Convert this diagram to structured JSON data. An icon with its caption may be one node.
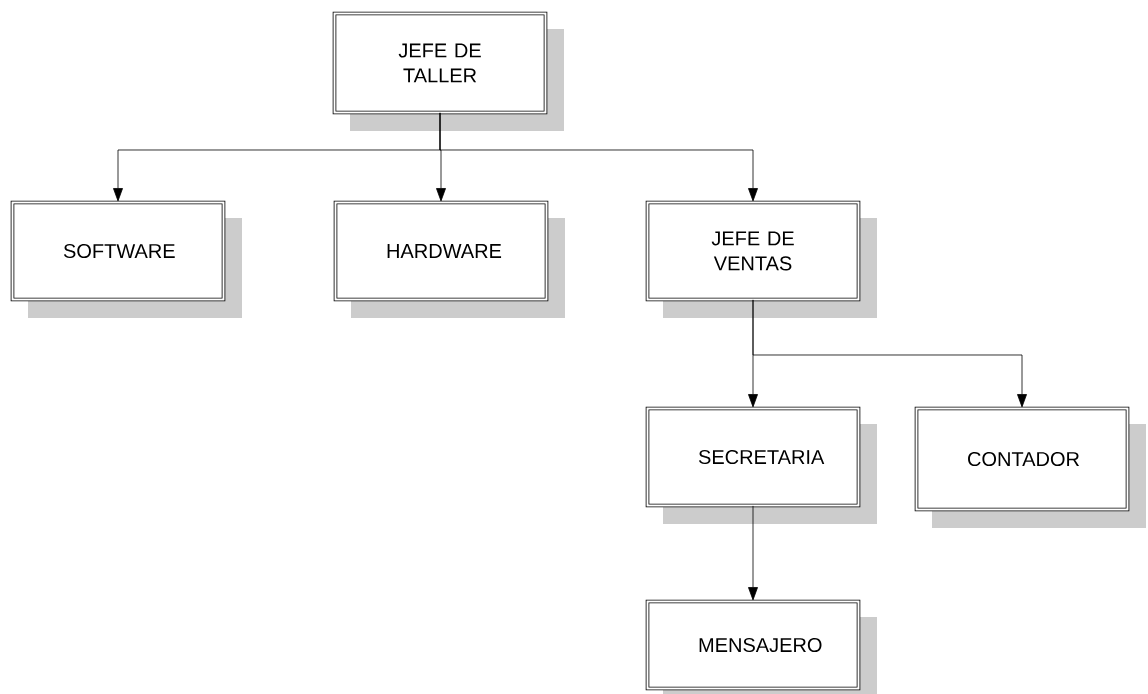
{
  "diagram": {
    "nodes": [
      {
        "text": [
          "JEFE DE TALLER"
        ]
      },
      {
        "text": [
          "SOFTWARE"
        ]
      },
      {
        "text": [
          "HARDWARE"
        ]
      },
      {
        "text": [
          "JEFE DE VENTAS"
        ]
      },
      {
        "text": [
          "SECRETARIA"
        ]
      },
      {
        "text": [
          "CONTADOR"
        ]
      },
      {
        "text": [
          "MENSAJERO"
        ]
      }
    ],
    "edges": [
      {
        "from": 0,
        "to": 1,
        "arrow": "to"
      },
      {
        "from": 0,
        "to": 2,
        "arrow": "to"
      },
      {
        "from": 0,
        "to": 3,
        "arrow": "to"
      },
      {
        "from": 3,
        "to": 4,
        "arrow": "to"
      },
      {
        "from": 3,
        "to": 5,
        "arrow": "to"
      },
      {
        "from": 4,
        "to": 6,
        "arrow": "to"
      }
    ]
  }
}
